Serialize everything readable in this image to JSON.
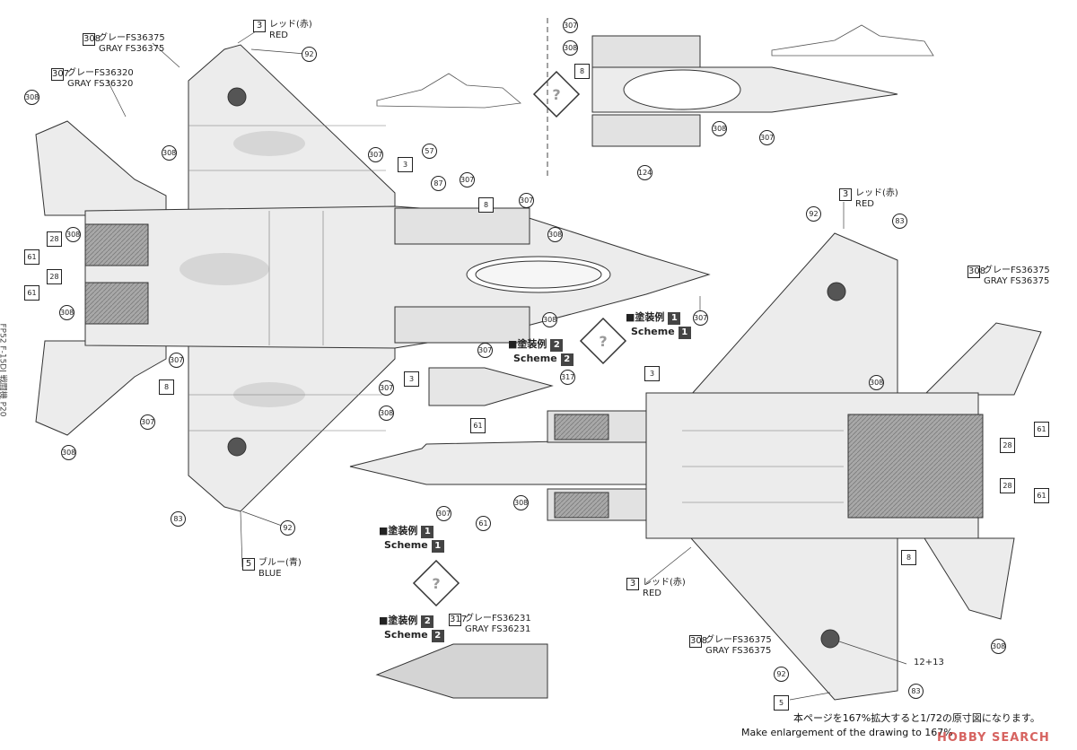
{
  "side_caption": "FP52 F-15DJ 戦闘機 P20",
  "footer": {
    "jp": "本ページを167%拡大すると1/72の原寸図になります。",
    "en": "Make enlargement of the drawing to 167%"
  },
  "watermark": "HOBBY SEARCH",
  "schemes": {
    "s1_jp": "■塗装例",
    "s1_en": "Scheme",
    "s1_num": "1",
    "s2_jp": "■塗装例",
    "s2_en": "Scheme",
    "s2_num": "2"
  },
  "colors": {
    "c3": {
      "num": "3",
      "jp": "レッド(赤)",
      "en": "RED"
    },
    "c5": {
      "num": "5",
      "jp": "ブルー(青)",
      "en": "BLUE"
    },
    "c307": {
      "num": "307",
      "jp": "グレーFS36320",
      "en": "GRAY FS36320"
    },
    "c308": {
      "num": "308",
      "jp": "グレーFS36375",
      "en": "GRAY FS36375"
    },
    "c317": {
      "num": "317",
      "jp": "グレーFS36231",
      "en": "GRAY FS36231"
    }
  },
  "callouts": {
    "n3": "3",
    "n5": "5",
    "n8": "8",
    "n28": "28",
    "n57": "57",
    "n61": "61",
    "n83": "83",
    "n87": "87",
    "n92": "92",
    "n124": "124",
    "n12_13": "12+13",
    "n307": "307",
    "n308": "308",
    "n317": "317"
  },
  "palette": {
    "paper": "#ffffff",
    "line": "#333333",
    "panel": "#eaeaea",
    "camo": "#d6d6d6",
    "exhaust": "#9a9a9a",
    "roundel": "#555555",
    "marker": "#444444"
  }
}
